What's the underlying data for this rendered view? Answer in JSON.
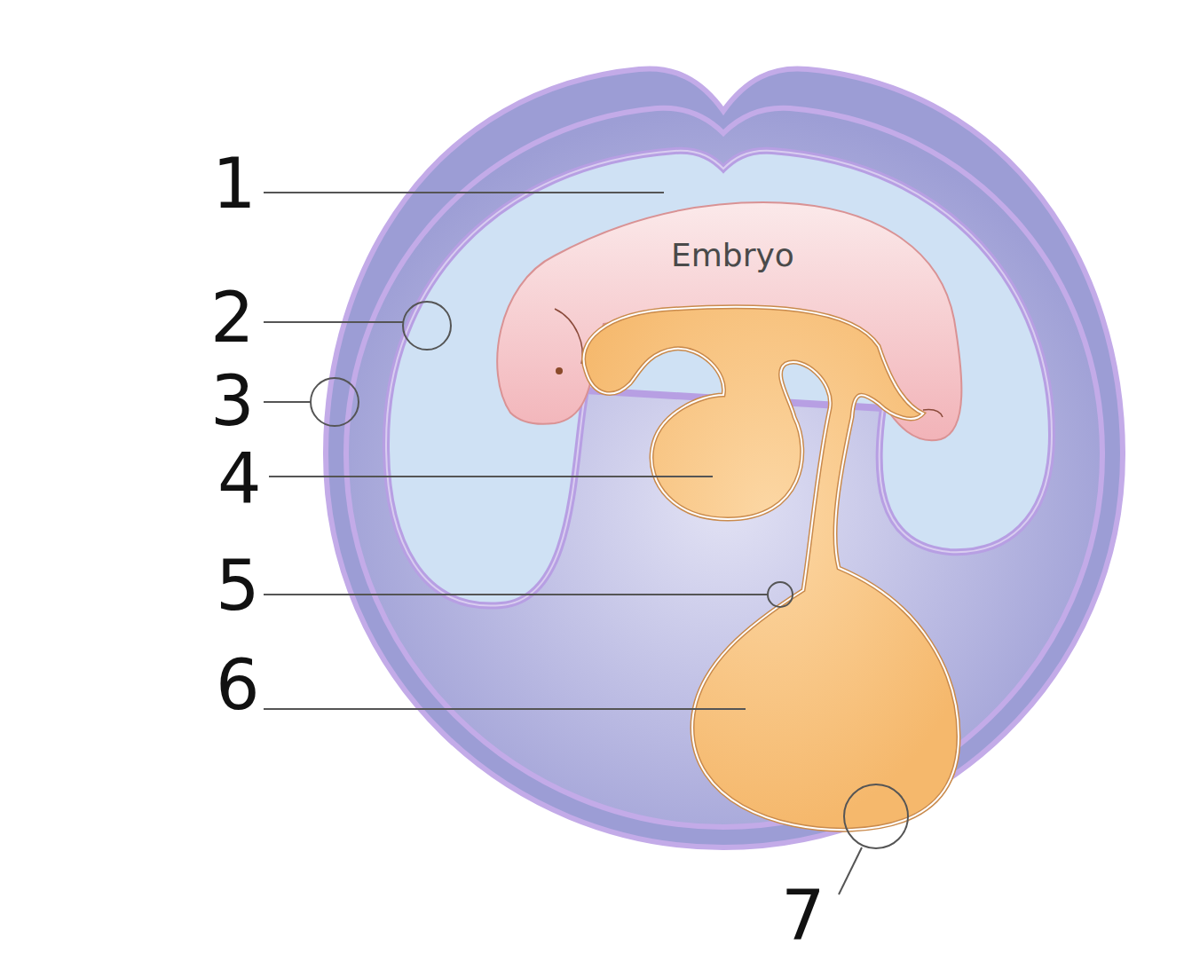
{
  "diagram": {
    "nodes": [
      {
        "text": [
          "Embryo"
        ]
      }
    ],
    "labels": [
      "1",
      "2",
      "3",
      "4",
      "5",
      "6",
      "7"
    ]
  }
}
